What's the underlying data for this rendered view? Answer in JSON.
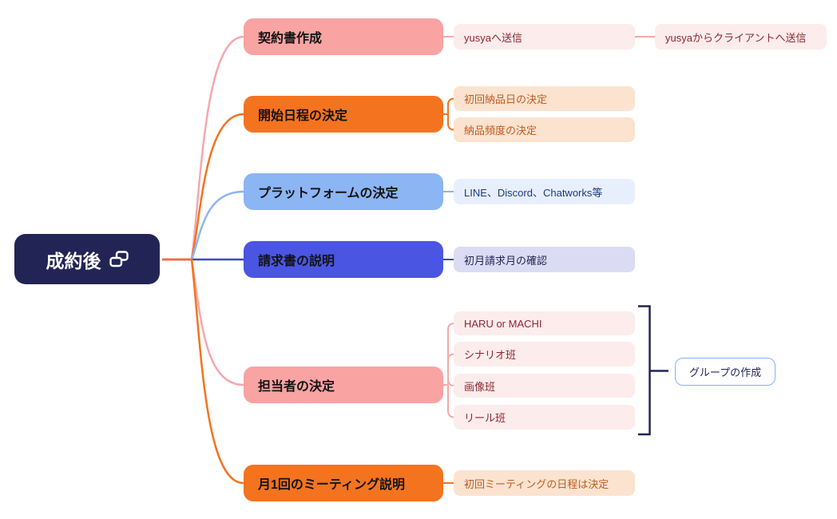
{
  "root": {
    "label": "成約後",
    "icon": "link-icon"
  },
  "branches": [
    {
      "label": "契約書作成",
      "color": "pink",
      "children": [
        {
          "label": "yusyaへ送信",
          "children": [
            {
              "label": "yusyaからクライアントへ送信"
            }
          ]
        }
      ]
    },
    {
      "label": "開始日程の決定",
      "color": "orange",
      "children": [
        {
          "label": "初回納品日の決定"
        },
        {
          "label": "納品頻度の決定"
        }
      ]
    },
    {
      "label": "プラットフォームの決定",
      "color": "blue",
      "children": [
        {
          "label": "LINE、Discord、Chatworks等"
        }
      ]
    },
    {
      "label": "請求書の説明",
      "color": "indigo",
      "children": [
        {
          "label": "初月請求月の確認"
        }
      ]
    },
    {
      "label": "担当者の決定",
      "color": "pink",
      "children": [
        {
          "label": "HARU or MACHI"
        },
        {
          "label": "シナリオ班"
        },
        {
          "label": "画像班"
        },
        {
          "label": "リール班"
        }
      ]
    },
    {
      "label": "月1回のミーティング説明",
      "color": "orange",
      "children": [
        {
          "label": "初回ミーティングの日程は決定"
        }
      ]
    }
  ],
  "annotation": {
    "label": "グループの作成"
  },
  "colors": {
    "root_bg": "#232456",
    "pink_node": "#f9a3a3",
    "orange_node": "#f4731f",
    "blue_node": "#8cb5f4",
    "indigo_node": "#4a55e1",
    "pink_child_bg": "#fdecec",
    "pink_child_text": "#8d2730",
    "orange_child_bg": "#fbe3d0",
    "orange_child_text": "#bf5c1e",
    "blue_child_bg": "#e8effc",
    "blue_child_text": "#1d3a85",
    "lavender_child_bg": "#dbdcf4",
    "lavender_child_text": "#232456",
    "edge_pink": "#f3a8ae",
    "edge_child_pink": "#f6a9a7",
    "edge_orange": "#f4731f",
    "edge_blue": "#8cb5f4",
    "edge_indigo": "#3b48cf",
    "bracket": "#232456",
    "annotation_border": "#82b2f6"
  }
}
